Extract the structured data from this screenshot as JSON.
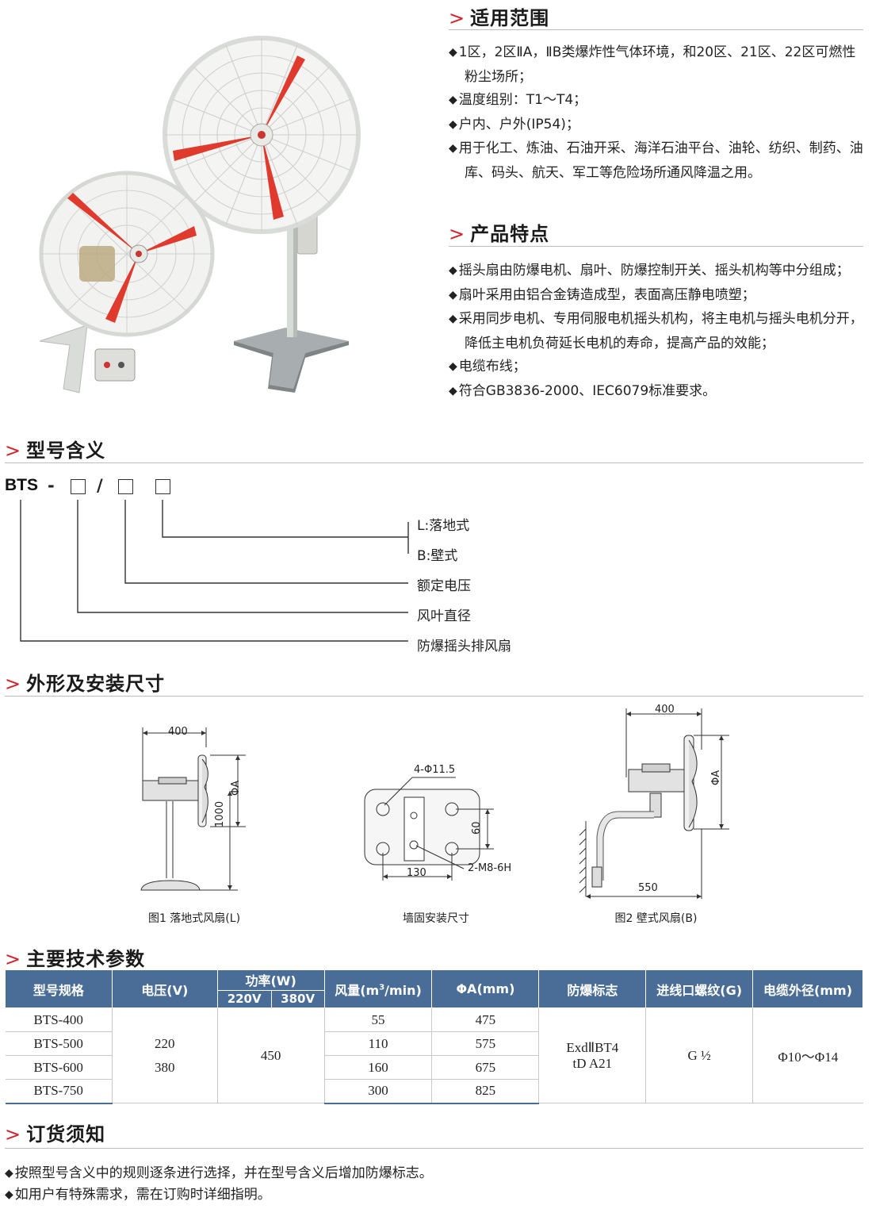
{
  "applicable": {
    "title": "适用范围",
    "items": [
      "1区，2区ⅡA，ⅡB类爆炸性气体环境，和20区、21区、22区可燃性粉尘场所；",
      "温度组别：T1～T4；",
      "户内、户外(IP54)；",
      "用于化工、炼油、石油开采、海洋石油平台、油轮、纺织、制药、油库、码头、航天、军工等危险场所通风降温之用。"
    ]
  },
  "features": {
    "title": "产品特点",
    "items": [
      "摇头扇由防爆电机、扇叶、防爆控制开关、摇头机构等中分组成；",
      "扇叶采用由铝合金铸造成型，表面高压静电喷塑；",
      "采用同步电机、专用伺服电机摇头机构，将主电机与摇头电机分开，降低主电机负荷延长电机的寿命，提高产品的效能；",
      "电缆布线；",
      "符合GB3836-2000、IEC6079标准要求。"
    ]
  },
  "model": {
    "title": "型号含义",
    "prefix": "BTS",
    "dash": "-",
    "slash": "/",
    "labels": [
      "L:落地式",
      "B:壁式",
      "额定电压",
      "风叶直径",
      "防爆摇头排风扇"
    ]
  },
  "dimensions": {
    "title": "外形及安装尺寸",
    "fig1": {
      "caption": "图1 落地式风扇(L)",
      "width": "400",
      "height": "1000",
      "phi": "ΦA"
    },
    "mount": {
      "caption": "墙固安装尺寸",
      "holes": "4-Φ11.5",
      "bolt": "2-M8-6H",
      "h": "60",
      "w": "130"
    },
    "fig2": {
      "caption": "图2 壁式风扇(B)",
      "width": "400",
      "depth": "550",
      "phi": "ΦA"
    }
  },
  "params": {
    "title": "主要技术参数",
    "headers": {
      "model": "型号规格",
      "voltage": "电压(V)",
      "power": "功率(W)",
      "p220": "220V",
      "p380": "380V",
      "airflow_pre": "风量(m",
      "airflow_sup": "3",
      "airflow_post": "/min)",
      "phi": "ΦA(mm)",
      "exmark": "防爆标志",
      "thread": "进线口螺纹(G)",
      "cable": "电缆外径(mm)"
    },
    "rows": [
      {
        "model": "BTS-400",
        "airflow": "55",
        "phi": "475"
      },
      {
        "model": "BTS-500",
        "airflow": "110",
        "phi": "575"
      },
      {
        "model": "BTS-600",
        "airflow": "160",
        "phi": "675"
      },
      {
        "model": "BTS-750",
        "airflow": "300",
        "phi": "825"
      }
    ],
    "voltage_1": "220",
    "voltage_2": "380",
    "power": "450",
    "exmark_1": "ExdⅡBT4",
    "exmark_2": "tD A21",
    "thread": "G ½",
    "cable": "Φ10～Φ14"
  },
  "ordering": {
    "title": "订货须知",
    "items": [
      "按照型号含义中的规则逐条进行选择，并在型号含义后增加防爆标志。",
      "如用户有特殊需求，需在订购时详细指明。"
    ]
  },
  "colors": {
    "accent": "#d2232a",
    "table_header": "#4a6d98",
    "blade": "#e03a2e"
  }
}
